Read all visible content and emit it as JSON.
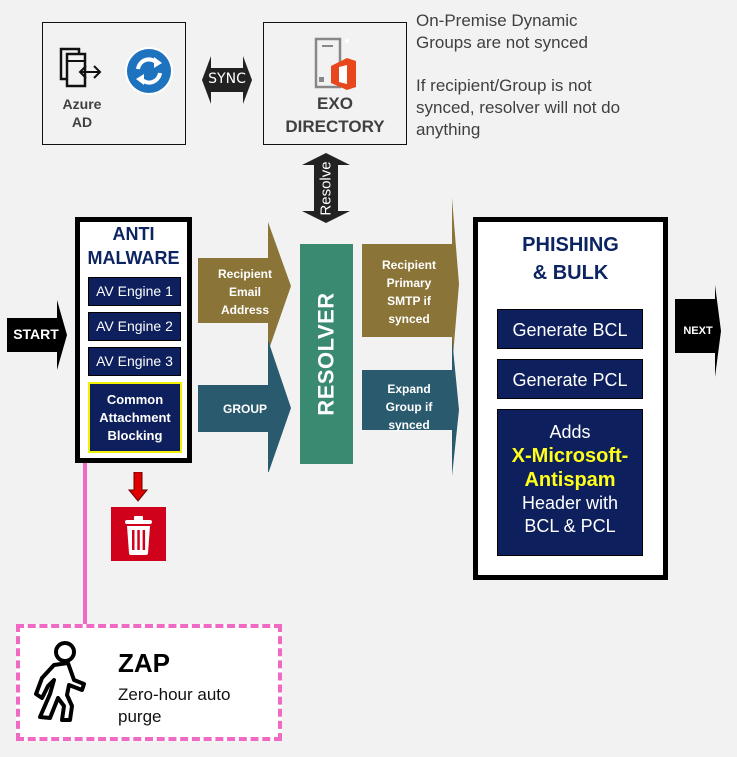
{
  "top": {
    "azure": {
      "label_line1": "Azure",
      "label_line2": "AD"
    },
    "sync_label": "SYNC",
    "exo": {
      "label_line1": "EXO",
      "label_line2": "DIRECTORY"
    },
    "notes": [
      {
        "line1": "On-Premise Dynamic",
        "line2": "Groups are not synced"
      },
      {
        "line1": "If recipient/Group is not",
        "line2": "synced, resolver will not do",
        "line3": "anything"
      }
    ],
    "resolve_label": "Resolve"
  },
  "start_label": "START",
  "next_label": "NEXT",
  "anti_malware": {
    "title_line1": "ANTI",
    "title_line2": "MALWARE",
    "engines": [
      "AV Engine 1",
      "AV Engine 2",
      "AV Engine 3"
    ],
    "cab": {
      "line1": "Common",
      "line2": "Attachment",
      "line3": "Blocking"
    }
  },
  "inputs": {
    "recipient": {
      "line1": "Recipient",
      "line2": "Email",
      "line3": "Address"
    },
    "group": "GROUP"
  },
  "resolver_label": "RESOLVER",
  "outputs": {
    "recipient": {
      "line1": "Recipient",
      "line2": "Primary",
      "line3": "SMTP if",
      "line4": "synced"
    },
    "group": {
      "line1": "Expand",
      "line2": "Group if",
      "line3": "synced"
    }
  },
  "phishing": {
    "title_line1": "PHISHING",
    "title_line2": "& BULK",
    "bcl": "Generate BCL",
    "pcl": "Generate PCL",
    "adds": {
      "line1": "Adds",
      "header1": "X-Microsoft-",
      "header2": "Antispam",
      "line2": "Header with",
      "line3": "BCL & PCL"
    }
  },
  "zap": {
    "title": "ZAP",
    "line1": "Zero-hour auto",
    "line2": "purge"
  },
  "colors": {
    "navy": "#0d1f5c",
    "title_navy": "#0c2461",
    "olive": "#8a7437",
    "teal_blue": "#2a5a6e",
    "resolver_green": "#3a8a72",
    "zap_pink": "#f06ac4",
    "trash_red": "#d0021b",
    "highlight_yellow": "#ffff1a",
    "azure_blue": "#1e73be",
    "office_orange": "#e8461c"
  }
}
